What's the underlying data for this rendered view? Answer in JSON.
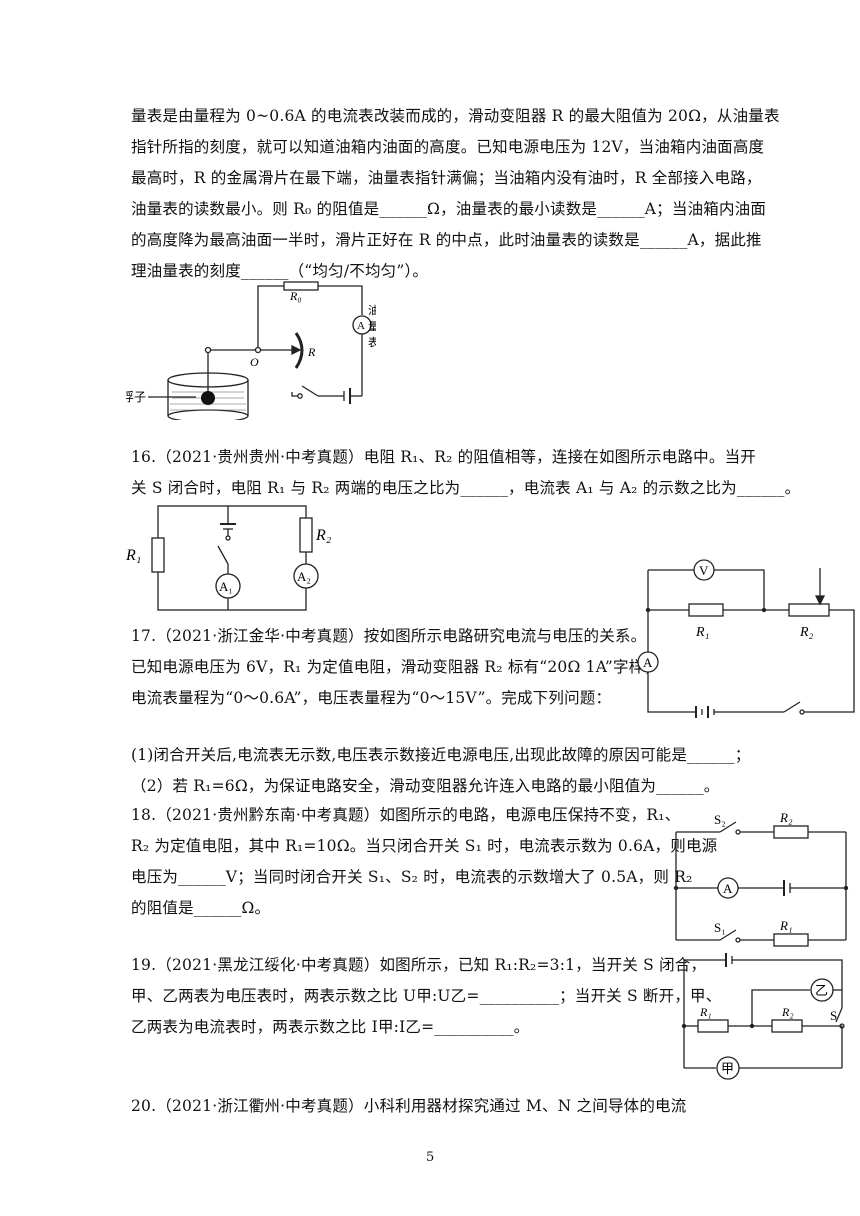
{
  "q15": {
    "lines": [
      "量表是由量程为 0~0.6A 的电流表改装而成的，滑动变阻器 R 的最大阻值为 20Ω，从油量表",
      "指针所指的刻度，就可以知道油箱内油面的高度。已知电源电压为 12V，当油箱内油面高度",
      "最高时，R 的金属滑片在最下端，油量表指针满偏；当油箱内没有油时，R 全部接入电路，",
      "油量表的读数最小。则 R₀ 的阻值是______Ω，油量表的最小读数是______A；当油箱内油面",
      "的高度降为最高油面一半时，滑片正好在 R 的中点，此时油量表的读数是______A，据此推",
      "理油量表的刻度______（“均匀/不均匀”）。"
    ],
    "fig": {
      "r0": "R₀",
      "r": "R",
      "o": "O",
      "a": "A",
      "meter": [
        "油",
        "量",
        "表"
      ],
      "float": "浮子"
    }
  },
  "q16": {
    "lines": [
      "16.（2021·贵州贵州·中考真题）电阻 R₁、R₂ 的阻值相等，连接在如图所示电路中。当开",
      "关 S 闭合时，电阻 R₁ 与 R₂ 两端的电压之比为______，电流表 A₁ 与 A₂ 的示数之比为______。"
    ],
    "fig": {
      "r1": "R₁",
      "r2": "R₂",
      "a1": "A₁",
      "a2": "A₂"
    }
  },
  "q17": {
    "lines": [
      "17.（2021·浙江金华·中考真题）按如图所示电路研究电流与电压的关系。",
      "已知电源电压为 6V，R₁ 为定值电阻，滑动变阻器 R₂ 标有“20Ω   1A”字样，",
      "电流表量程为“0～0.6A”，电压表量程为“0～15V”。完成下列问题：",
      "(1)闭合开关后,电流表无示数,电压表示数接近电源电压,出现此故障的原因可能是______；",
      "（2）若 R₁=6Ω，为保证电路安全，滑动变阻器允许连入电路的最小阻值为______。"
    ],
    "fig": {
      "v": "V",
      "a": "A",
      "r1": "R₁",
      "r2": "R₂"
    }
  },
  "q18": {
    "lines": [
      "18.（2021·贵州黔东南·中考真题）如图所示的电路，电源电压保持不变，R₁、",
      "R₂ 为定值电阻，其中 R₁=10Ω。当只闭合开关 S₁ 时，电流表示数为 0.6A，则电源",
      "电压为______V；当同时闭合开关 S₁、S₂ 时，电流表的示数增大了 0.5A，则 R₂",
      "的阻值是______Ω。"
    ],
    "fig": {
      "s2": "S₂",
      "r2": "R₂",
      "a": "A",
      "s1": "S₁",
      "r1": "R₁"
    }
  },
  "q19": {
    "lines": [
      "19.（2021·黑龙江绥化·中考真题）如图所示，已知 R₁:R₂=3:1，当开关 S 闭合，",
      "甲、乙两表为电压表时，两表示数之比 U甲:U乙=__________；当开关 S 断开，甲、",
      "乙两表为电流表时，两表示数之比 I甲:I乙=__________。"
    ],
    "fig": {
      "yi": "乙",
      "jia": "甲",
      "r1": "R₁",
      "r2": "R₂",
      "s": "S"
    }
  },
  "q20": {
    "lines": [
      "20.（2021·浙江衢州·中考真题）小科利用器材探究通过 M、N 之间导体的电流"
    ]
  },
  "page_number": "5"
}
